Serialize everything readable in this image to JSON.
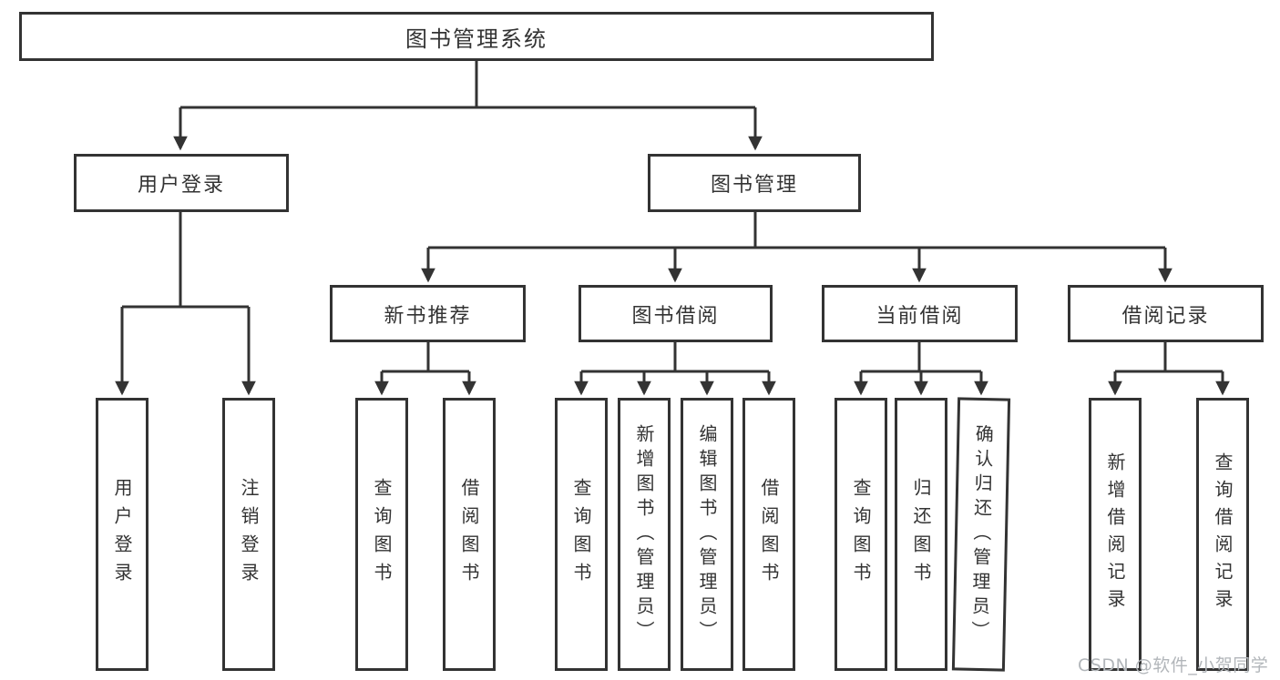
{
  "watermark": "CSDN @软件_小贺同学",
  "colors": {
    "line": "#333333",
    "box_border": "#333333",
    "box_background": "#ffffff",
    "text": "#333333",
    "watermark_text": "#b2b6ba"
  },
  "nodes": {
    "root": "图书管理系统",
    "user_login": "用户登录",
    "book_mgmt": "图书管理",
    "new_books": "新书推荐",
    "book_borrow": "图书借阅",
    "current_borrow": "当前借阅",
    "borrow_records": "借阅记录"
  },
  "leaves": {
    "user_login": [
      "用户登录",
      "注销登录"
    ],
    "new_books": [
      "查询图书",
      "借阅图书"
    ],
    "book_borrow": [
      "查询图书",
      "新增图书（管理员）",
      "编辑图书（管理员）",
      "借阅图书"
    ],
    "current_borrow": [
      "查询图书",
      "归还图书",
      "确认归还（管理员）"
    ],
    "borrow_records": [
      "新增借阅记录",
      "查询借阅记录"
    ]
  }
}
